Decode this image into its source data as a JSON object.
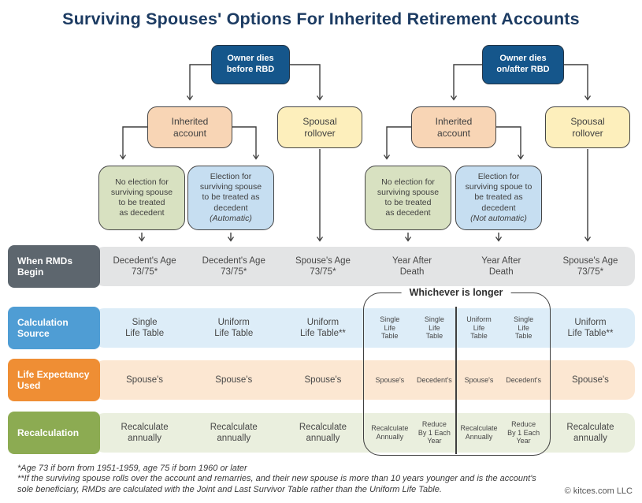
{
  "title": "Surviving Spouses' Options For Inherited Retirement Accounts",
  "flow": {
    "owner_before": "Owner dies\nbefore RBD",
    "owner_after": "Owner dies\non/after RBD",
    "inherited_1": "Inherited\naccount",
    "spousal_1": "Spousal\nrollover",
    "inherited_2": "Inherited\naccount",
    "spousal_2": "Spousal\nrollover",
    "no_election_1": "No election for\nsurviving spouse\nto be treated\nas decedent",
    "election_1_text": "Election for\nsurviving spouse\nto be treated as\ndecedent",
    "election_1_note": "(Automatic)",
    "no_election_2": "No election for\nsurviving spouse\nto be treated\nas decedent",
    "election_2_text": "Election for\nsurviving spoue to\nbe treated as\ndecedent",
    "election_2_note": "(Not automatic)"
  },
  "table": {
    "whichever_label": "Whichever is longer",
    "rows": [
      {
        "header": "When RMDs\nBegin",
        "cells": [
          "Decedent's Age\n73/75*",
          "Decedent's Age\n73/75*",
          "Spouse's Age\n73/75*",
          "Year After\nDeath",
          "Year After\nDeath",
          "Spouse's Age\n73/75*"
        ]
      },
      {
        "header": "Calculation\nSource",
        "cells": [
          "Single\nLife Table",
          "Uniform\nLife Table",
          "Uniform\nLife Table**",
          [
            "Single\nLife\nTable",
            "Single\nLife\nTable"
          ],
          [
            "Uniform\nLife\nTable",
            "Single\nLife\nTable"
          ],
          "Uniform\nLife Table**"
        ]
      },
      {
        "header": "Life Expectancy\nUsed",
        "cells": [
          "Spouse's",
          "Spouse's",
          "Spouse's",
          [
            "Spouse's",
            "Decedent's"
          ],
          [
            "Spouse's",
            "Decedent's"
          ],
          "Spouse's"
        ]
      },
      {
        "header": "Recalculation",
        "cells": [
          "Recalculate\nannually",
          "Recalculate\nannually",
          "Recalculate\nannually",
          [
            "Recalculate\nAnnually",
            "Reduce\nBy 1 Each\nYear"
          ],
          [
            "Recalculate\nAnnually",
            "Reduce\nBy 1 Each\nYear"
          ],
          "Recalculate\nannually"
        ]
      }
    ]
  },
  "footnotes": [
    "*Age 73 if born from 1951-1959, age 75 if born 1960 or later",
    "**If the surviving spouse rolls over the account and remarries, and their new spouse is more than 10 years younger and is the account's sole beneficiary, RMDs are calculated with the Joint and Last Survivor Table rather than the Uniform Life Table."
  ],
  "copyright": "© kitces.com LLC",
  "colors": {
    "title_navy": "#1c3b62",
    "root_box_blue": "#15568b",
    "inherited_peach": "#f8d5b5",
    "rollover_yellow": "#fdefbc",
    "no_election_green": "#d8e1c1",
    "election_blue": "#c6def1",
    "rmds_header_gray": "#5d666e",
    "rmds_band_gray": "#e3e4e5",
    "calc_header_blue": "#4f9dd4",
    "calc_band_blue": "#ddedf8",
    "life_header_orange": "#ef8e34",
    "life_band_orange": "#fce7d2",
    "recalc_header_green": "#8cab52",
    "recalc_band_green": "#eaefde",
    "connector_line": "#3f3f3f"
  }
}
